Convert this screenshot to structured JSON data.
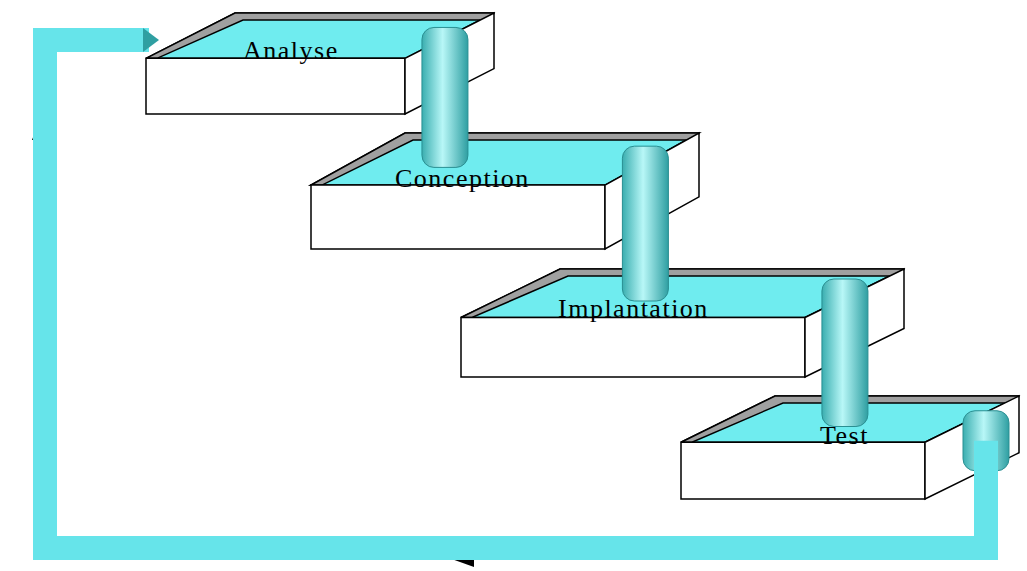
{
  "diagram": {
    "nodes": [
      {
        "text": [
          "Analyse"
        ]
      },
      {
        "text": [
          "Conception"
        ]
      },
      {
        "text": [
          "Implantation"
        ]
      },
      {
        "text": [
          "Test"
        ]
      }
    ],
    "edges": [
      {
        "from": 0,
        "to": 1,
        "arrow": "none"
      },
      {
        "from": 1,
        "to": 2,
        "arrow": "none"
      },
      {
        "from": 2,
        "to": 3,
        "arrow": "none"
      },
      {
        "from": 3,
        "to": 0,
        "arrow": "to"
      }
    ]
  }
}
